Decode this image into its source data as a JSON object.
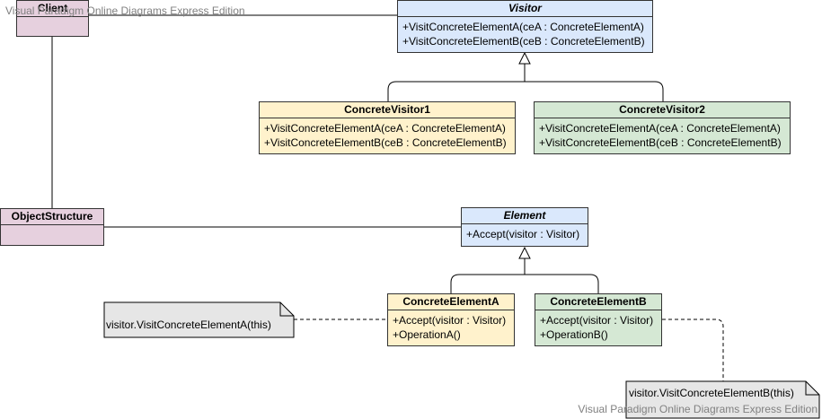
{
  "watermark": "Visual Paradigm Online Diagrams Express Edition",
  "classes": {
    "client": {
      "name": "Client"
    },
    "object_structure": {
      "name": "ObjectStructure"
    },
    "visitor": {
      "name": "Visitor",
      "ops": [
        "+VisitConcreteElementA(ceA : ConcreteElementA)",
        "+VisitConcreteElementB(ceB : ConcreteElementB)"
      ]
    },
    "concrete_visitor1": {
      "name": "ConcreteVisitor1",
      "ops": [
        "+VisitConcreteElementA(ceA : ConcreteElementA)",
        "+VisitConcreteElementB(ceB : ConcreteElementB)"
      ]
    },
    "concrete_visitor2": {
      "name": "ConcreteVisitor2",
      "ops": [
        "+VisitConcreteElementA(ceA : ConcreteElementA)",
        "+VisitConcreteElementB(ceB : ConcreteElementB)"
      ]
    },
    "element": {
      "name": "Element",
      "ops": [
        "+Accept(visitor : Visitor)"
      ]
    },
    "concrete_element_a": {
      "name": "ConcreteElementA",
      "ops": [
        "+Accept(visitor : Visitor)",
        "+OperationA()"
      ]
    },
    "concrete_element_b": {
      "name": "ConcreteElementB",
      "ops": [
        "+Accept(visitor : Visitor)",
        "+OperationB()"
      ]
    }
  },
  "notes": {
    "note_a": "visitor.VisitConcreteElementA(this)",
    "note_b": "visitor.VisitConcreteElementB(this)"
  },
  "colors": {
    "blue": "#dae8fc",
    "yellow": "#fff2cc",
    "green": "#d5e8d4",
    "pink": "#e6d0de",
    "note": "#e6e6e6"
  }
}
